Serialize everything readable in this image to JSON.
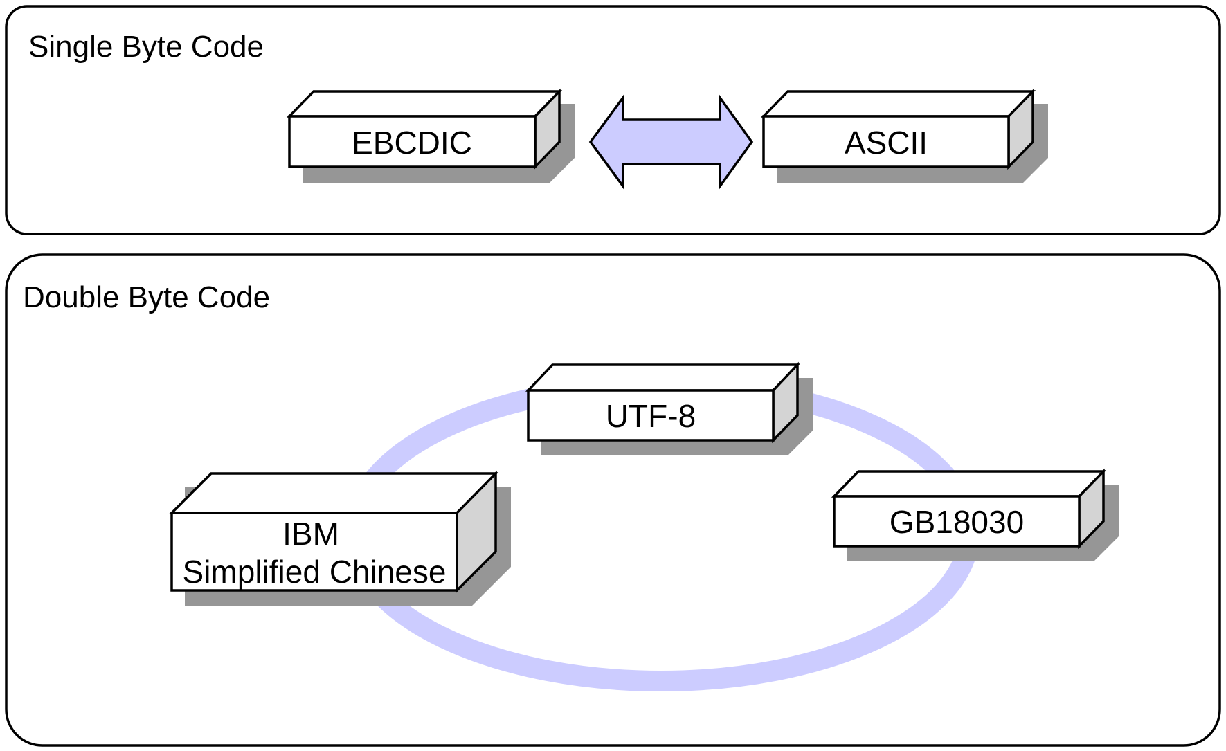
{
  "panels": {
    "single": {
      "title": "Single Byte Code"
    },
    "double": {
      "title": "Double Byte Code"
    }
  },
  "boxes": {
    "ebcdic": {
      "lines": [
        "EBCDIC"
      ]
    },
    "ascii": {
      "lines": [
        "ASCII"
      ]
    },
    "utf8": {
      "lines": [
        "UTF-8"
      ]
    },
    "gb18030": {
      "lines": [
        "GB18030"
      ]
    },
    "ibm": {
      "lines": [
        "IBM",
        "Simplified Chinese"
      ]
    }
  },
  "colors": {
    "accent": "#ccccff",
    "box_front": "#ffffff",
    "box_side": "#d4d4d4",
    "shadow": "#969696",
    "stroke": "#000000"
  },
  "connectors": {
    "single_byte": "double-headed-arrow",
    "double_byte": "conversion-ring"
  }
}
